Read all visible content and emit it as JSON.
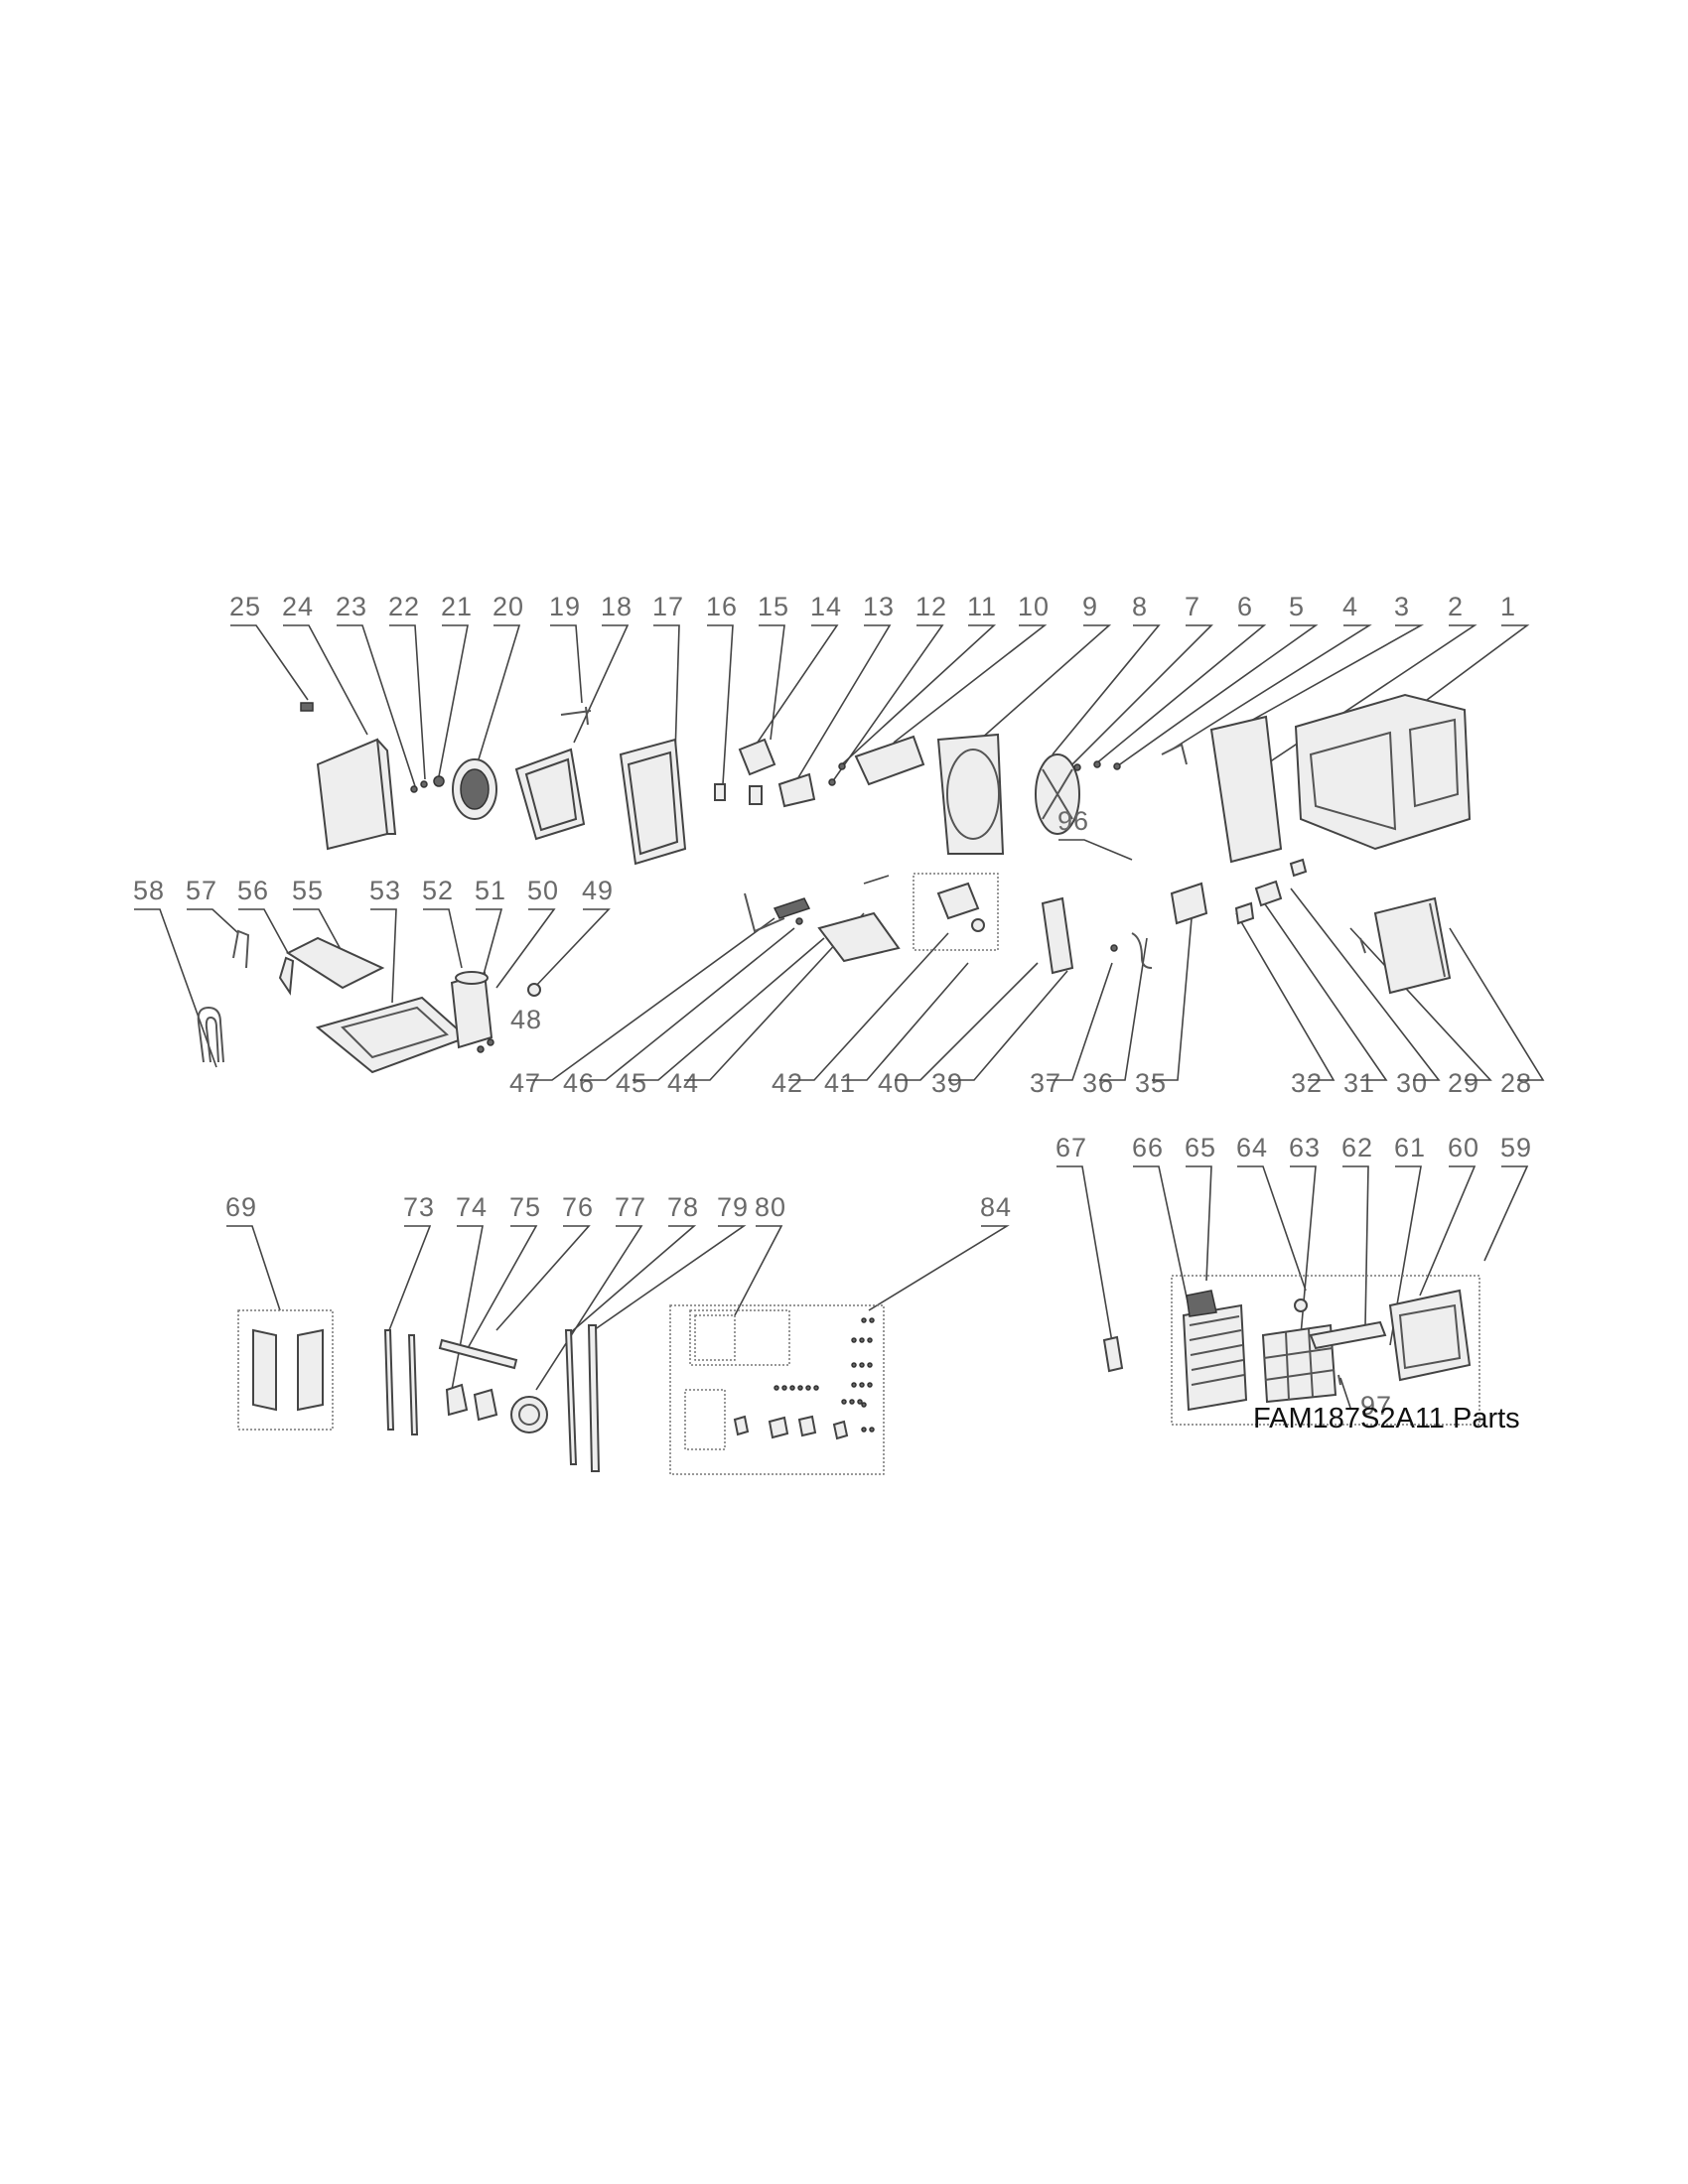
{
  "diagram": {
    "caption": "FAM187S2A11 Parts",
    "row1_labels": [
      "25",
      "24",
      "23",
      "22",
      "21",
      "20",
      "19",
      "18",
      "17",
      "16",
      "15",
      "14",
      "13",
      "12",
      "11",
      "10",
      "9",
      "8",
      "7",
      "6",
      "5",
      "4",
      "3",
      "2",
      "1"
    ],
    "row2_labels": [
      "58",
      "57",
      "56",
      "55",
      "53",
      "52",
      "51",
      "50",
      "49"
    ],
    "row2_mid_labels": [
      "96",
      "48"
    ],
    "row2_bottom_labels": [
      "47",
      "46",
      "45",
      "44",
      "42",
      "41",
      "40",
      "39",
      "37",
      "36",
      "35",
      "32",
      "31",
      "30",
      "29",
      "28"
    ],
    "row3_left_labels": [
      "69",
      "73",
      "74",
      "75",
      "76",
      "77",
      "78",
      "79",
      "80",
      "84"
    ],
    "row3_right_labels": [
      "67",
      "66",
      "65",
      "64",
      "63",
      "62",
      "61",
      "60",
      "59"
    ],
    "row3_extra_labels": [
      "97"
    ]
  }
}
